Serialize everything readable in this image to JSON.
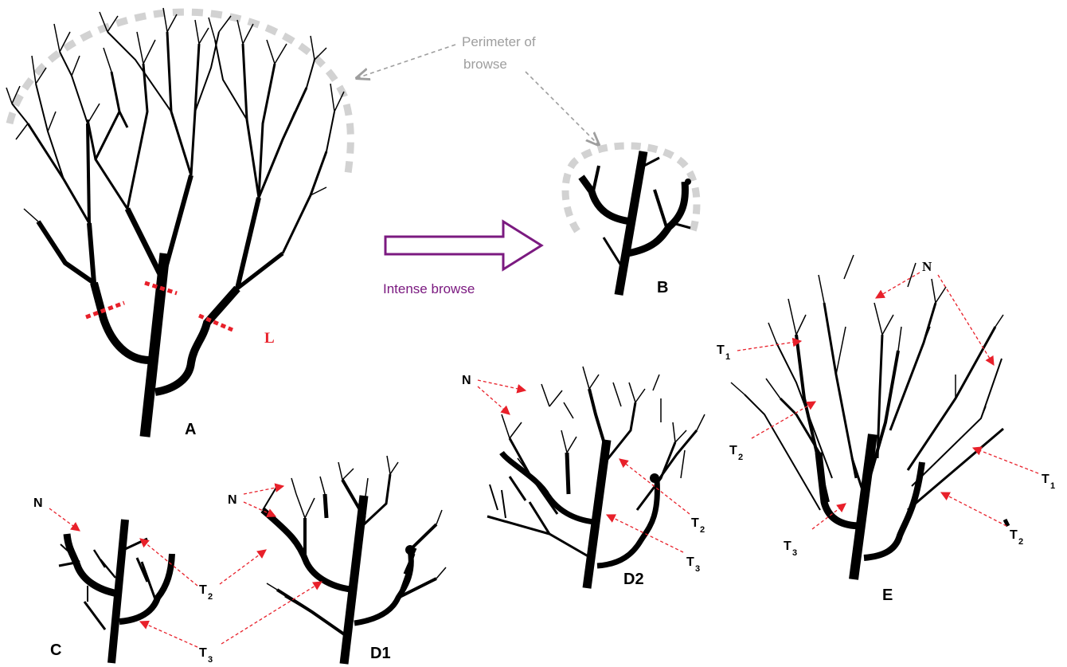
{
  "colors": {
    "branch": "#000000",
    "perimeter": "#d2d2d2",
    "perimeter_arrow": "#9e9e9e",
    "marker_arrow": "#e8202a",
    "cut_line": "#e8202a",
    "browse_arrow": "#7b1a80"
  },
  "labels": {
    "perimeter": [
      "Perimeter of",
      "browse"
    ],
    "intense_browse": "Intense browse",
    "L": "L",
    "tree_a": "A",
    "tree_b": "B",
    "tree_c": "C",
    "tree_d1": "D1",
    "tree_d2": "D2",
    "tree_e": "E",
    "N": "N",
    "T": "T",
    "sub_1": "1",
    "sub_2": "2",
    "sub_3": "3"
  }
}
